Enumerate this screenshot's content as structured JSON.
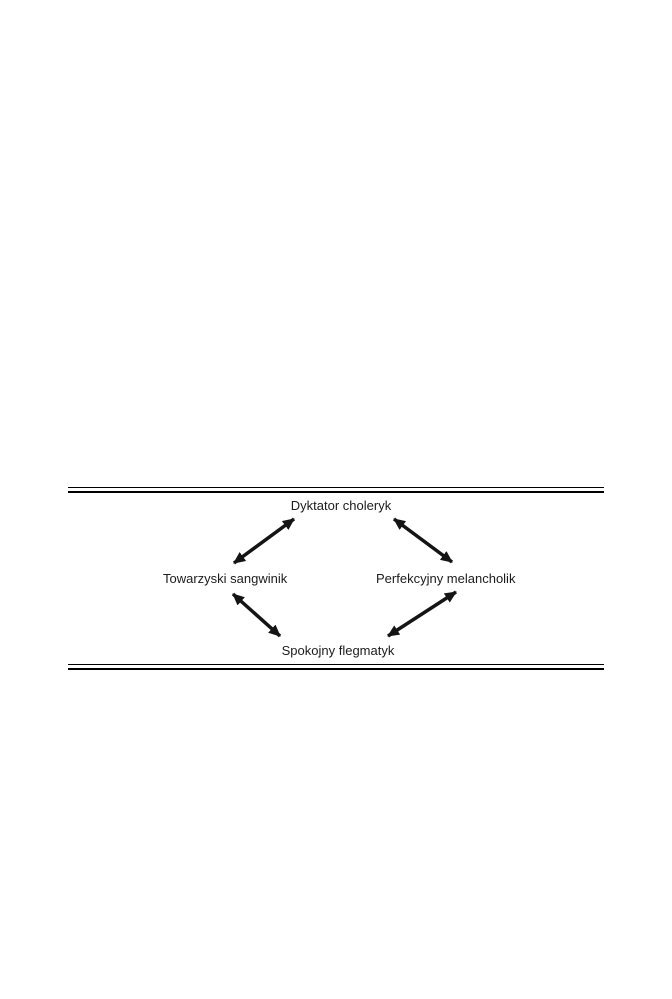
{
  "page": {
    "background_color": "#ffffff",
    "divider_color": "#000000"
  },
  "diagram": {
    "type": "cycle-diagram",
    "arrow_color": "#141414",
    "nodes": [
      {
        "id": "choleryk",
        "label": "Dyktator choleryk",
        "position": "top"
      },
      {
        "id": "sangwinik",
        "label": "Towarzyski sangwinik",
        "position": "left"
      },
      {
        "id": "melancholik",
        "label": "Perfekcyjny melancholik",
        "position": "right"
      },
      {
        "id": "flegmatyk",
        "label": "Spokojny flegmatyk",
        "position": "bottom"
      }
    ],
    "edges": [
      {
        "from": "sangwinik",
        "to": "choleryk",
        "bidirectional": true
      },
      {
        "from": "choleryk",
        "to": "melancholik",
        "bidirectional": true
      },
      {
        "from": "sangwinik",
        "to": "flegmatyk",
        "bidirectional": true
      },
      {
        "from": "flegmatyk",
        "to": "melancholik",
        "bidirectional": true
      }
    ]
  }
}
